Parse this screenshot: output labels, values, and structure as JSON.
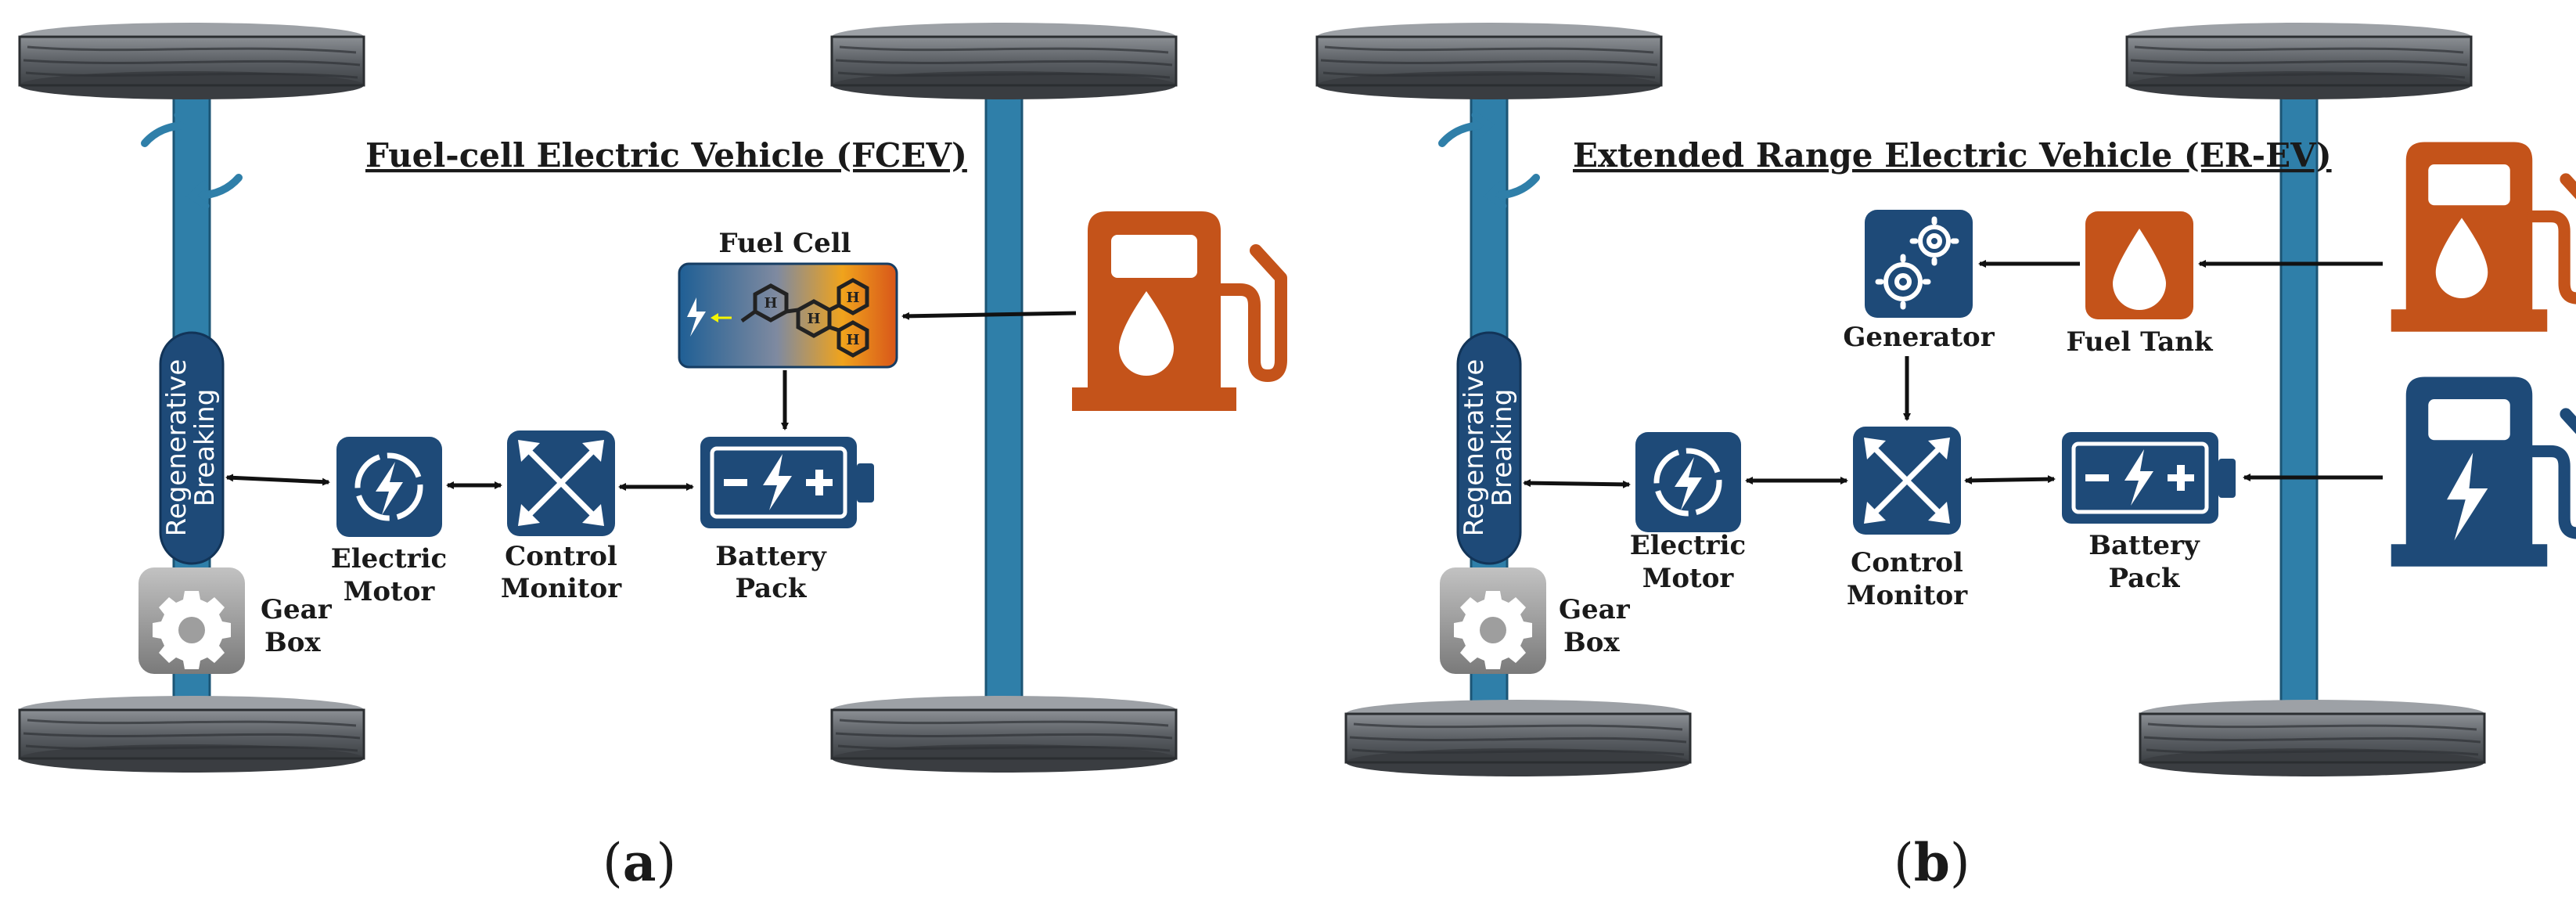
{
  "colors": {
    "navy": "#1e4a78",
    "axle": "#2f7fa9",
    "orange": "#c4531a",
    "gear_gray": "#9a9a9a",
    "wheel": "#6d7176",
    "arrow": "#111111"
  },
  "panel_a": {
    "title": "Fuel-cell Electric Vehicle (FCEV)",
    "regen_line1": "Regenerative",
    "regen_line2": "Breaking",
    "gearbox_line1": "Gear",
    "gearbox_line2": "Box",
    "motor_line1": "Electric",
    "motor_line2": "Motor",
    "control_line1": "Control",
    "control_line2": "Monitor",
    "battery_line1": "Battery",
    "battery_line2": "Pack",
    "fuel_cell": "Fuel Cell",
    "hydrogen_atom": "H",
    "caption_open": "(",
    "caption_letter": "a",
    "caption_close": ")",
    "icons": [
      "wheel-icon",
      "rotation-arrows-icon",
      "gear-icon",
      "motor-icon",
      "control-arrows-icon",
      "battery-icon",
      "fuel-cell-icon",
      "fuel-pump-icon"
    ]
  },
  "panel_b": {
    "title": "Extended Range Electric Vehicle (ER-EV)",
    "regen_line1": "Regenerative",
    "regen_line2": "Breaking",
    "gearbox_line1": "Gear",
    "gearbox_line2": "Box",
    "motor_line1": "Electric",
    "motor_line2": "Motor",
    "control_line1": "Control",
    "control_line2": "Monitor",
    "battery_line1": "Battery",
    "battery_line2": "Pack",
    "generator": "Generator",
    "fuel_tank": "Fuel Tank",
    "caption_open": "(",
    "caption_letter": "b",
    "caption_close": ")",
    "icons": [
      "wheel-icon",
      "rotation-arrows-icon",
      "gear-icon",
      "motor-icon",
      "control-arrows-icon",
      "battery-icon",
      "generator-icon",
      "fuel-tank-icon",
      "fuel-pump-icon",
      "ev-charger-icon"
    ]
  }
}
